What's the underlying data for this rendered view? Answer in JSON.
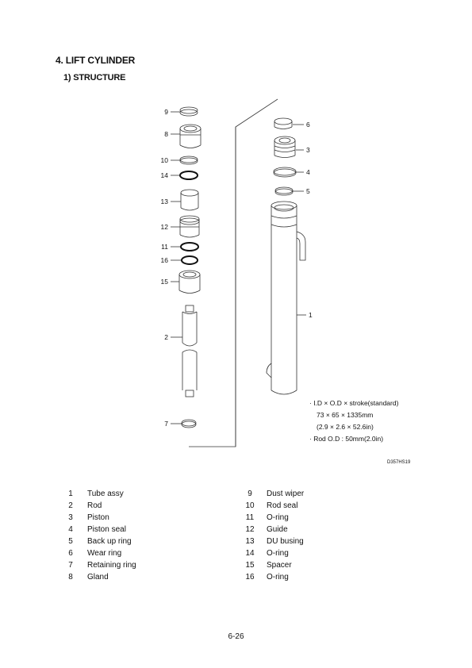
{
  "section_title": "4. LIFT CYLINDER",
  "subsection_title": "1) STRUCTURE",
  "callouts": {
    "c1": "1",
    "c2": "2",
    "c3": "3",
    "c4": "4",
    "c5": "5",
    "c6": "6",
    "c7": "7",
    "c8": "8",
    "c9": "9",
    "c10": "10",
    "c11": "11",
    "c12": "12",
    "c13": "13",
    "c14": "14",
    "c15": "15",
    "c16": "16"
  },
  "specs": {
    "line1": "· I.D × O.D × stroke(standard)",
    "line2": "73 × 65 × 1335mm",
    "line3": "(2.9 × 2.6 × 52.6in)",
    "line4": "· Rod O.D : 50mm(2.0in)"
  },
  "drawing_code": "D357HS19",
  "parts_left": [
    {
      "no": "1",
      "name": "Tube assy"
    },
    {
      "no": "2",
      "name": "Rod"
    },
    {
      "no": "3",
      "name": "Piston"
    },
    {
      "no": "4",
      "name": "Piston seal"
    },
    {
      "no": "5",
      "name": "Back up ring"
    },
    {
      "no": "6",
      "name": "Wear ring"
    },
    {
      "no": "7",
      "name": "Retaining ring"
    },
    {
      "no": "8",
      "name": "Gland"
    }
  ],
  "parts_right": [
    {
      "no": "9",
      "name": "Dust wiper"
    },
    {
      "no": "10",
      "name": "Rod seal"
    },
    {
      "no": "11",
      "name": "O-ring"
    },
    {
      "no": "12",
      "name": "Guide"
    },
    {
      "no": "13",
      "name": "DU busing"
    },
    {
      "no": "14",
      "name": "O-ring"
    },
    {
      "no": "15",
      "name": "Spacer"
    },
    {
      "no": "16",
      "name": "O-ring"
    }
  ],
  "page_number": "6-26"
}
